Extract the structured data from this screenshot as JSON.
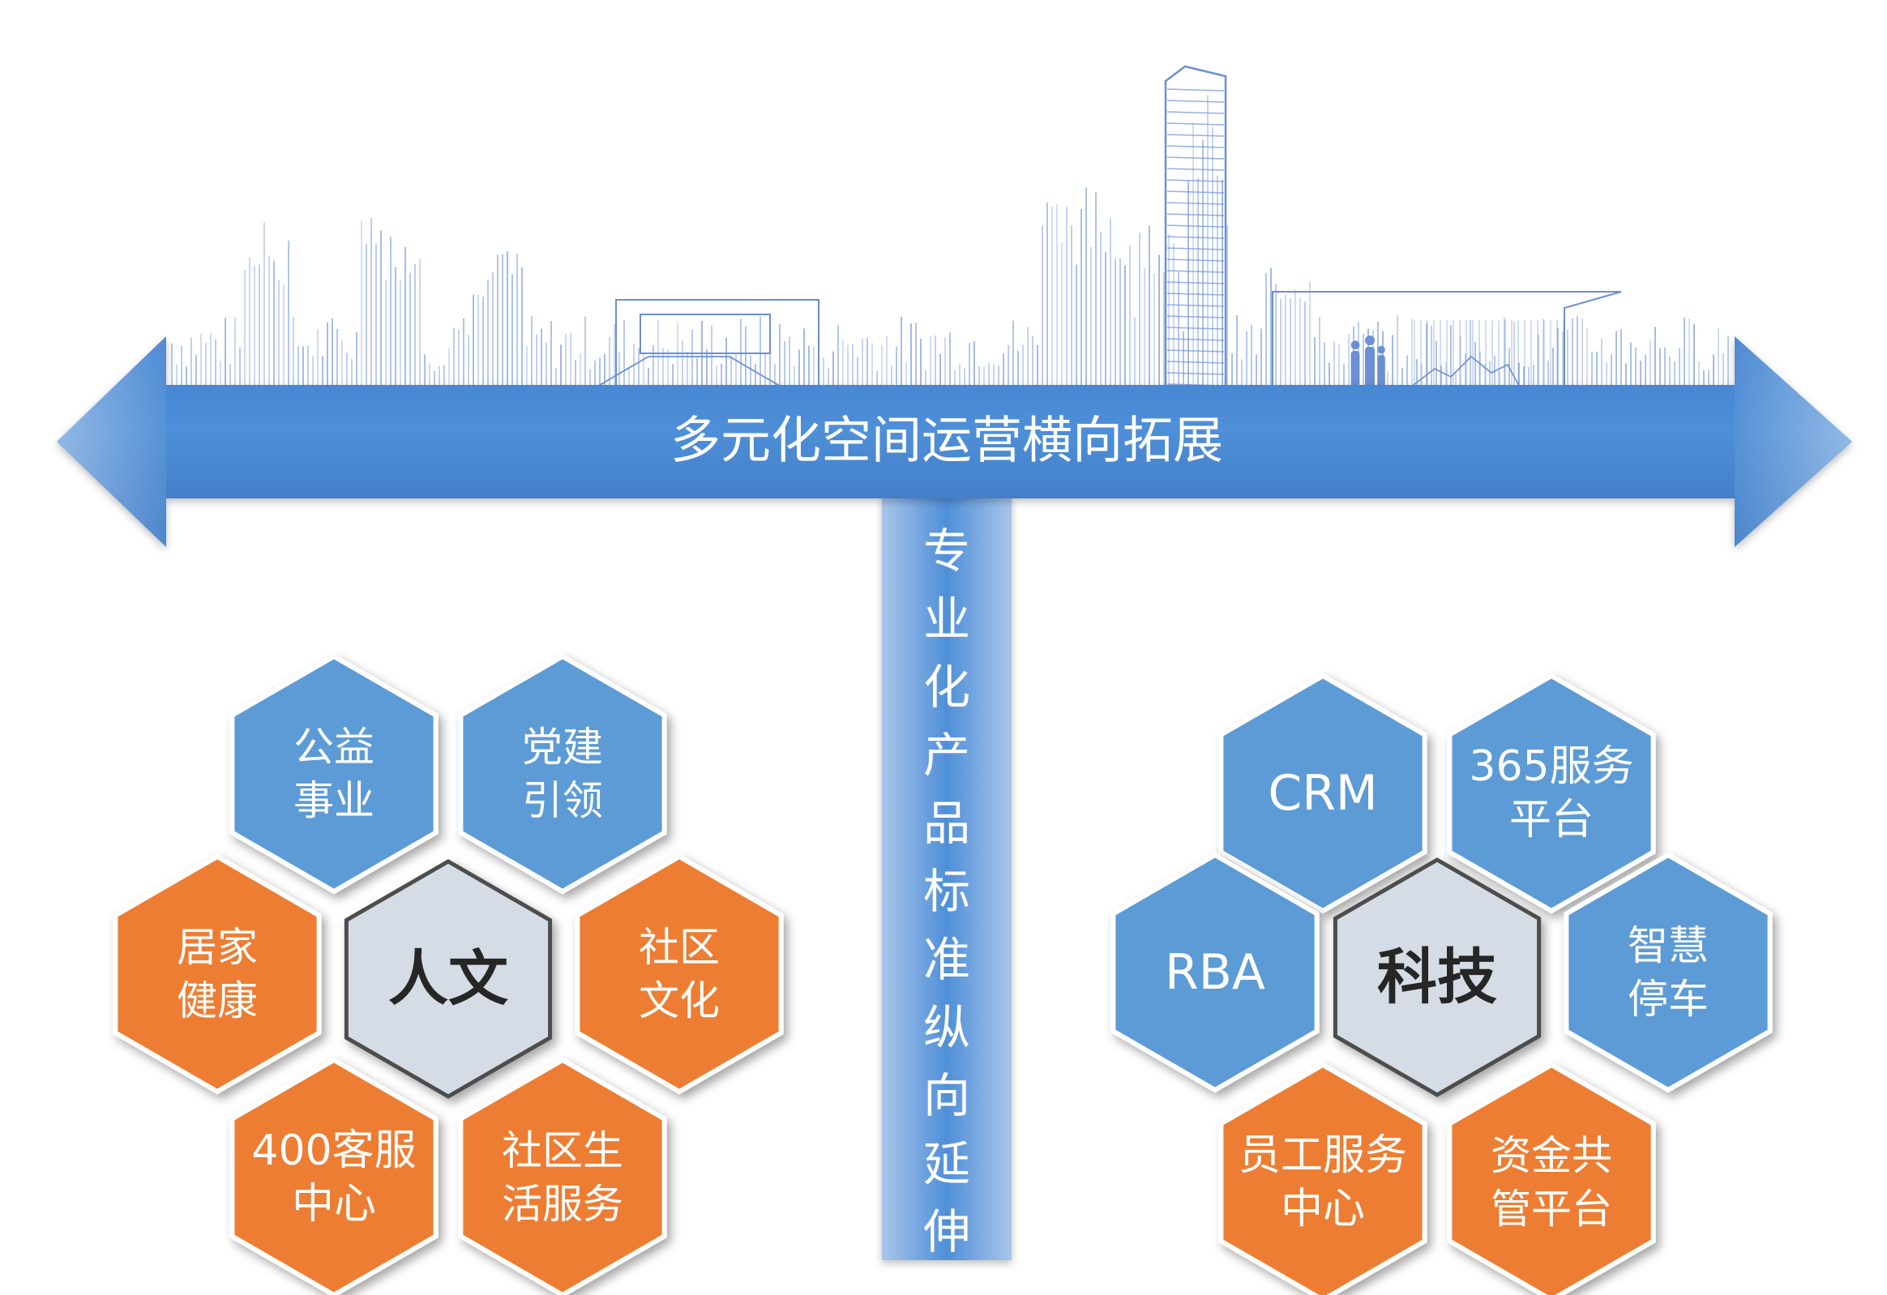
{
  "horizontal_axis": {
    "label": "多元化空间运营横向拓展"
  },
  "vertical_axis": {
    "label": "专业化产品标准纵向延伸"
  },
  "clusters": [
    {
      "id": "humanities",
      "center": "人文",
      "cells": [
        {
          "pos": "top-left",
          "lines": [
            "公益",
            "事业"
          ],
          "color": "blue"
        },
        {
          "pos": "top-right",
          "lines": [
            "党建",
            "引领"
          ],
          "color": "blue"
        },
        {
          "pos": "mid-left",
          "lines": [
            "居家",
            "健康"
          ],
          "color": "orange"
        },
        {
          "pos": "mid-right",
          "lines": [
            "社区",
            "文化"
          ],
          "color": "orange"
        },
        {
          "pos": "bottom-left",
          "lines": [
            "400客服",
            "中心"
          ],
          "color": "orange"
        },
        {
          "pos": "bottom-right",
          "lines": [
            "社区生",
            "活服务"
          ],
          "color": "orange"
        }
      ]
    },
    {
      "id": "technology",
      "center": "科技",
      "cells": [
        {
          "pos": "top-left",
          "lines": [
            "CRM"
          ],
          "color": "blue"
        },
        {
          "pos": "top-right",
          "lines": [
            "365服务",
            "平台"
          ],
          "color": "blue"
        },
        {
          "pos": "mid-left",
          "lines": [
            "RBA"
          ],
          "color": "blue"
        },
        {
          "pos": "mid-right",
          "lines": [
            "智慧",
            "停车"
          ],
          "color": "blue"
        },
        {
          "pos": "bottom-left",
          "lines": [
            "员工服务",
            "中心"
          ],
          "color": "orange"
        },
        {
          "pos": "bottom-right",
          "lines": [
            "资金共",
            "管平台"
          ],
          "color": "orange"
        }
      ]
    }
  ],
  "colors": {
    "blue": "#5b9bd5",
    "orange": "#ed7d31",
    "center": "#d6dce5",
    "arrow": "#4a86c8",
    "skyline": "#6b8fd6",
    "hex_border": "#ffffff"
  }
}
